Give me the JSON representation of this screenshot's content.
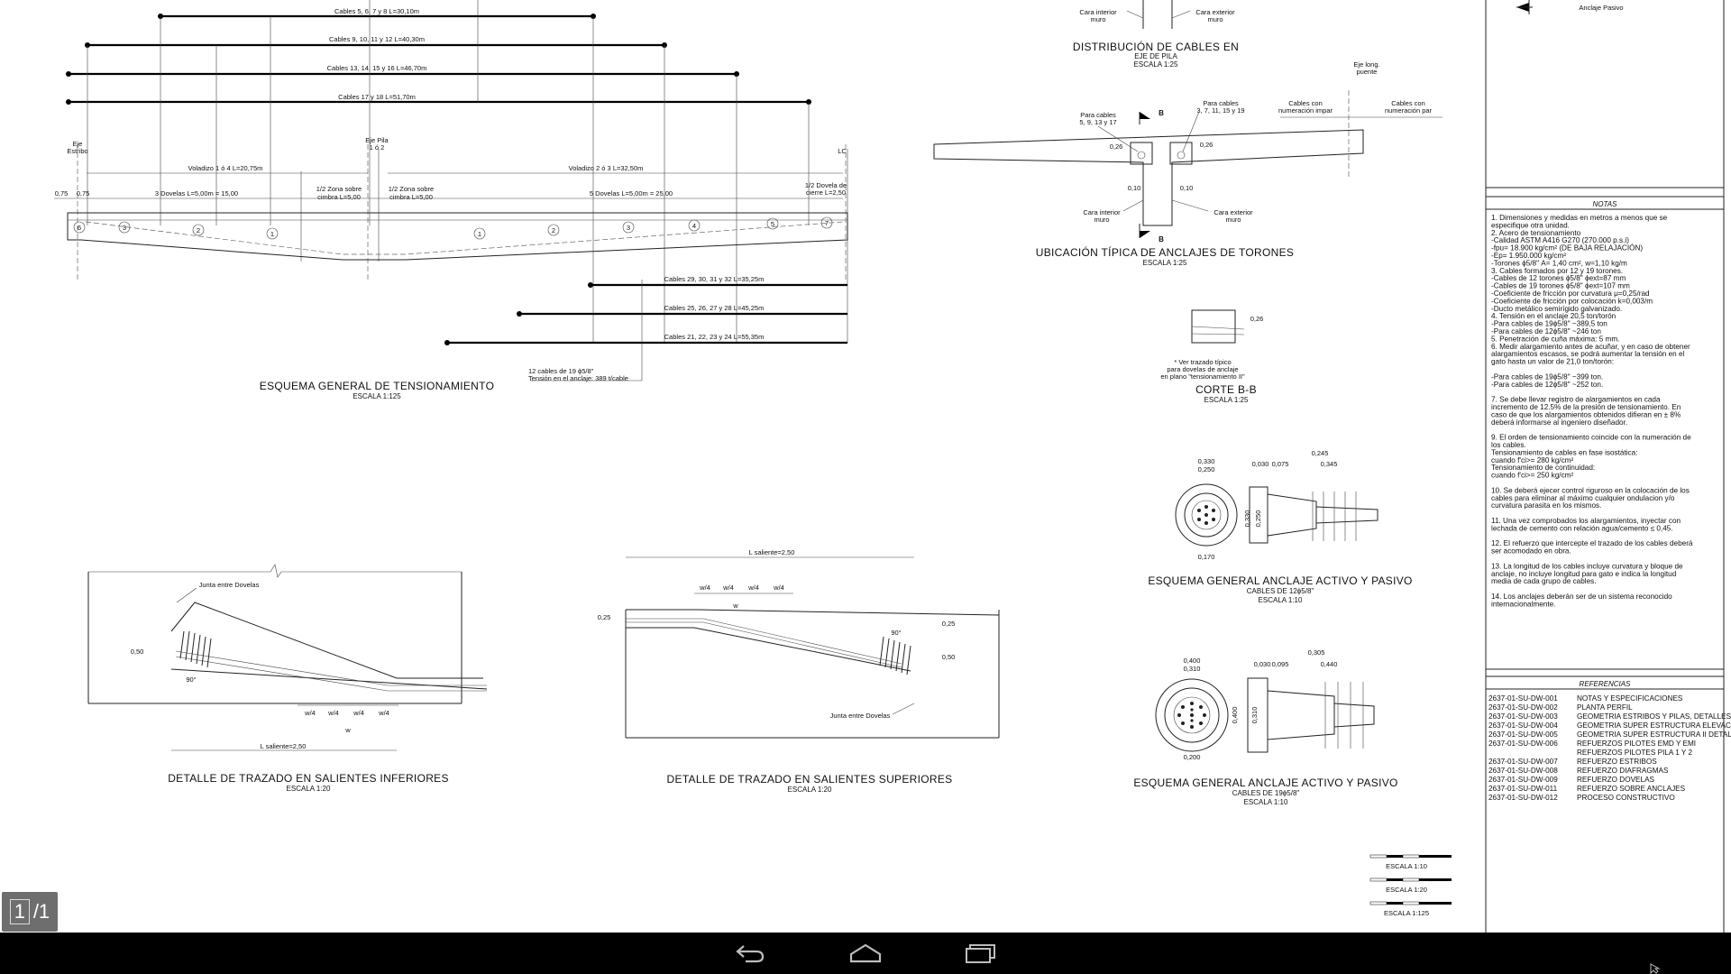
{
  "viewer": {
    "page_current": "1",
    "page_total": "/1"
  },
  "drawing": {
    "cables_top": [
      "Cables 5, 6, 7 y 8 L=30,10m",
      "Cables 9, 10, 11 y 12 L=40,30m",
      "Cables 13, 14, 15 y 16 L=46,70m",
      "Cables 17 y 18 L=51,70m"
    ],
    "cables_bottom": [
      "Cables 29, 30, 31 y 32 L=35,25m",
      "Cables 25, 26, 27 y 28 L=45,25m",
      "Cables 21, 22, 23 y 24 L=55,35m"
    ],
    "eje_estribo": "Eje\nEstribo",
    "eje_pila": "Eje Pila\n1 ó 2",
    "lc": "LC",
    "voladizo_1": "Voladizo 1 ó 4 L=20,75m",
    "voladizo_2": "Voladizo 2 ó 3 L=32,50m",
    "dim_075a": "0,75",
    "dim_075b": "0,75",
    "dovelas_3": "3 Dovelas L=5,00m = 15,00",
    "zona_cimbra_1": "1/2 Zona sobre\ncimbra L=5,00",
    "zona_cimbra_2": "1/2 Zona sobre\ncimbra L=5,00",
    "dovelas_5": "5 Dovelas L=5,00m = 25,00",
    "dovela_cierre": "1/2 Dovela de\ncierre L=2,50",
    "cables_19": "12 cables de 19 ϕ5/8\"",
    "tension_anclaje": "Tensión en el anclaje: 389 t/cable",
    "t_esquema": "ESQUEMA GENERAL DE TENSIONAMIENTO",
    "s_esquema": "ESCALA 1:125",
    "cara_interior_top": "Cara interior\nmuro",
    "cara_exterior_top": "Cara exterior\nmuro",
    "t_distribucion": "DISTRIBUCIÓN DE CABLES EN",
    "t_distribucion2": "EJE DE PILA",
    "s_distribucion": "ESCALA 1:25",
    "eje_long": "Eje long.\npuente",
    "cables_impar": "Cables con\nnumeración impar",
    "cables_par": "Cables con\nnumeración par",
    "para_cables_impar": "Para cables\n5, 9, 13 y 17",
    "para_cables_b": "Para cables\n3, 7, 11, 15 y 19",
    "label_b": "B",
    "dim_026a": "0,26",
    "dim_026b": "0,26",
    "dim_010a": "0,10",
    "dim_010b": "0,10",
    "cara_interior_mid": "Cara interior\nmuro",
    "cara_exterior_mid": "Cara exterior\nmuro",
    "t_ubicacion": "UBICACIÓN TÍPICA DE ANCLAJES DE TORONES",
    "s_ubicacion": "ESCALA 1:25",
    "dim_026c": "0,26",
    "ver_trazado": "* Ver trazado típico\npara dovelas de anclaje\nen plano \"tensionamiento II\"",
    "t_corte": "CORTE B-B",
    "s_corte": "ESCALA 1:25",
    "anclaje_pasivo": "Anclaje Pasivo",
    "dims_12": [
      "0,330",
      "0,250",
      "0,030",
      "0,075",
      "0,245",
      "0,345",
      "0,330",
      "0,250",
      "0,170"
    ],
    "t_anclaje12": "ESQUEMA GENERAL ANCLAJE ACTIVO Y PASIVO",
    "t_anclaje12b": "CABLES DE 12ϕ5/8\"",
    "s_anclaje12": "ESCALA 1:10",
    "dims_19": [
      "0,400",
      "0,310",
      "0,030",
      "0,095",
      "0,305",
      "0,440",
      "0,400",
      "0,310",
      "0,200"
    ],
    "t_anclaje19": "ESQUEMA GENERAL ANCLAJE ACTIVO Y PASIVO",
    "t_anclaje19b": "CABLES DE 19ϕ5/8\"",
    "s_anclaje19": "ESCALA 1:10",
    "junta_inf": "Junta entre Dovelas",
    "dim_050_inf": "0,50",
    "angle_90_inf": "90°",
    "w4_inf": [
      "w/4",
      "w/4",
      "w/4",
      "w/4"
    ],
    "w_inf": "w",
    "l_saliente_inf": "L saliente=2,50",
    "t_salientes_inf": "DETALLE DE TRAZADO EN SALIENTES INFERIORES",
    "s_salientes_inf": "ESCALA 1:20",
    "l_saliente_sup": "L saliente=2,50",
    "w4_sup": [
      "w/4",
      "w/4",
      "w/4",
      "w/4"
    ],
    "w_sup": "w",
    "dim_025a": "0,25",
    "dim_025b": "0,25",
    "dim_050_sup": "0,50",
    "angle_90_sup": "90°",
    "junta_sup": "Junta entre Dovelas",
    "t_salientes_sup": "DETALLE DE TRAZADO EN SALIENTES SUPERIORES",
    "s_salientes_sup": "ESCALA 1:20",
    "scale_bars": [
      "ESCALA 1:10",
      "ESCALA 1:20",
      "ESCALA 1:125"
    ],
    "notas_title": "NOTAS",
    "notas": [
      "1. Dimensiones y medidas en metros a menos que se",
      "    especifique otra unidad.",
      "2. Acero de tensionamiento",
      "    -Calidad ASTM A416 G270 (270.000 p.s.i)",
      "    -fpu= 18.900 kg/cm² (DE BAJA RELAJACIÓN)",
      "    -Ep= 1.950.000 kg/cm²",
      "    -Torones ϕ5/8\" A= 1,40 cm², w=1,10 kg/m",
      "3. Cables formados por 12 y 19 torones.",
      "    -Cables de 12 torones ϕ5/8\" ϕext=87 mm",
      "    -Cables de 19 torones ϕ5/8\" ϕext=107 mm",
      "    -Coeficiente de fricción por curvatura μ=0,25/rad",
      "    -Coeficiente de fricción por colocación k=0,003/m",
      "    -Ducto metálico semirígido galvanizado.",
      "4. Tensión en el anclaje 20,5 ton/torón",
      "    -Para cables de 19ϕ5/8\" ~389,5 ton",
      "    -Para cables de 12ϕ5/8\" ~246 ton",
      "5. Penetración de cuña máxima: 5 mm.",
      "6. Medir alargamiento antes de acuñar, y en caso de obtener",
      "    alargamientos escasos, se podrá aumentar la tensión en el",
      "    gato hasta un valor de 21,0 ton/torón:",
      "",
      "    -Para cables de 19ϕ5/8\" ~399 ton.",
      "    -Para cables de 12ϕ5/8\" ~252 ton.",
      "",
      "7. Se debe llevar registro de alargamientos en cada",
      "    incremento de 12.5% de la presión de tensionamiento. En",
      "    caso de que los alargamientos obtenidos difieran en ± 8%",
      "    deberá informarse al ingeniero diseñador.",
      "",
      "9. El orden de tensionamiento coincide con la numeración de",
      "    los cables.",
      "    Tensionamiento de cables en fase isostática:",
      "    cuando f'ci>= 280 kg/cm²",
      "    Tensionamiento de continuidad:",
      "    cuando f'ci>= 250 kg/cm²",
      "",
      "10. Se deberá ejecer control riguroso en la colocación de los",
      "    cables para eliminar al máximo cualquier ondulacion y/o",
      "    curvatura parasita en los mismos.",
      "",
      "11. Una vez comprobados los alargamientos, inyectar con",
      "    lechada de cemento con relación agua/cemento ≤ 0,45.",
      "",
      "12. El refuerzo que intercepte el trazado de los cables deberá",
      "    ser acomodado en obra.",
      "",
      "13. La longitud de los cables incluye curvatura y bloque de",
      "    anclaje, no incluye longitud para gato e indica la longitud",
      "    media de cada grupo de cables.",
      "",
      "14. Los anclajes deberán ser de un sistema reconocido",
      "    internacionalmente."
    ],
    "referencias_title": "REFERENCIAS",
    "referencias": [
      {
        "code": "2637-01-SU-DW-001",
        "desc": "NOTAS Y ESPECIFICACIONES"
      },
      {
        "code": "2637-01-SU-DW-002",
        "desc": "PLANTA PERFIL"
      },
      {
        "code": "2637-01-SU-DW-003",
        "desc": "GEOMETRIA ESTRIBOS Y PILAS, DETALLES"
      },
      {
        "code": "2637-01-SU-DW-004",
        "desc": "GEOMETRIA SUPER ESTRUCTURA ELEVACIÓN"
      },
      {
        "code": "2637-01-SU-DW-005",
        "desc": "GEOMETRIA SUPER ESTRUCTURA II DETALLES"
      },
      {
        "code": "2637-01-SU-DW-006",
        "desc": "REFUERZOS PILOTES EMD Y EMI"
      },
      {
        "code": "",
        "desc": "REFUERZOS PILOTES PILA 1 Y 2"
      },
      {
        "code": "2637-01-SU-DW-007",
        "desc": "REFUERZO ESTRIBOS"
      },
      {
        "code": "2637-01-SU-DW-008",
        "desc": "REFUERZO DIAFRAGMAS"
      },
      {
        "code": "2637-01-SU-DW-009",
        "desc": "REFUERZO DOVELAS"
      },
      {
        "code": "2637-01-SU-DW-011",
        "desc": "REFUERZO SOBRE ANCLAJES"
      },
      {
        "code": "2637-01-SU-DW-012",
        "desc": "PROCESO CONSTRUCTIVO"
      }
    ]
  },
  "navbar": {
    "back_icon": "back-arrow-icon",
    "home_icon": "home-icon",
    "recents_icon": "recent-apps-icon",
    "color": "#000000"
  }
}
